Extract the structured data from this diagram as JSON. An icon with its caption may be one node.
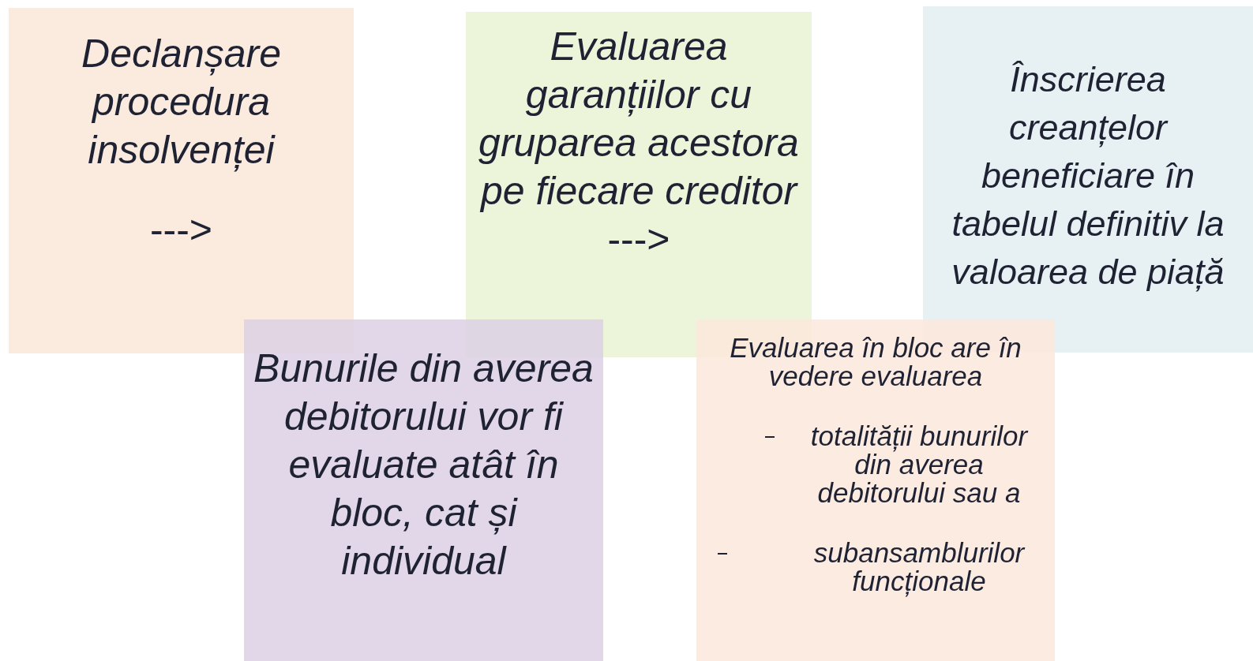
{
  "diagram": {
    "nodes": [
      {
        "text": [
          "Declanșare procedura insolvenței",
          "--->"
        ]
      },
      {
        "text": [
          "Evaluarea garanțiilor cu gruparea acestora pe fiecare creditor",
          "--->"
        ]
      },
      {
        "text": [
          "Înscrierea creanțelor beneficiare în tabelul definitiv la valoarea de piață"
        ]
      },
      {
        "text": [
          "Bunurile din averea debitorului vor fi evaluate atât în bloc, cat și individual"
        ]
      },
      {
        "text": [
          "Evaluarea în bloc are în vedere evaluarea",
          "totalității bunurilor din averea debitorului sau a",
          "subansamblurilor funcționale"
        ]
      }
    ]
  }
}
